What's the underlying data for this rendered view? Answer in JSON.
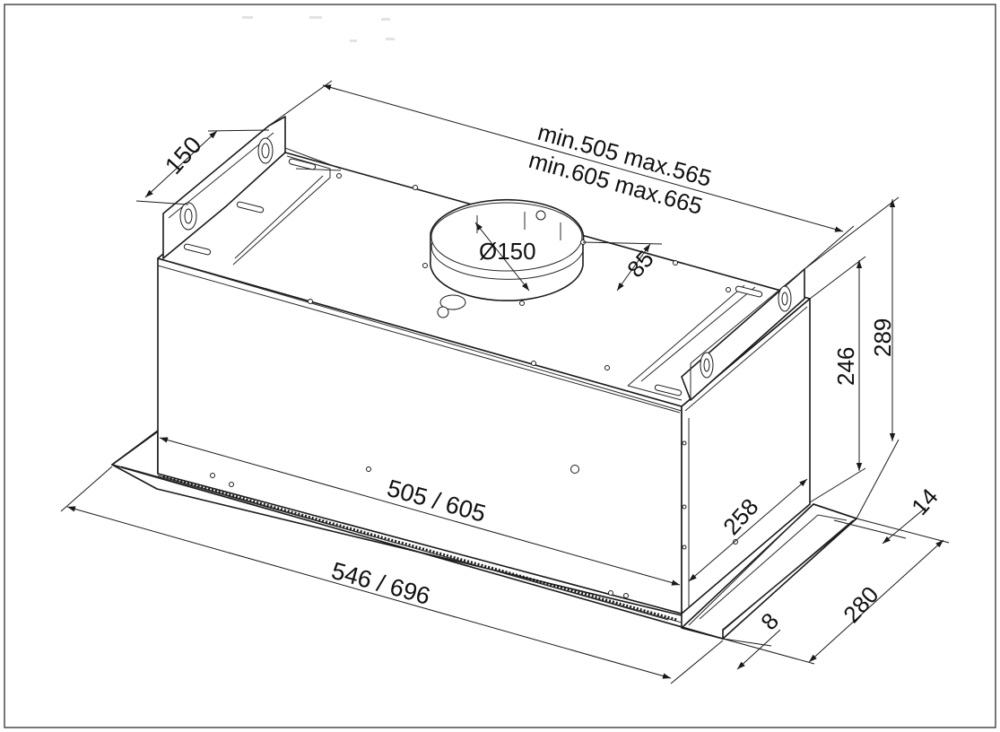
{
  "dimensions": {
    "bracket_height": "150",
    "width_range_1": "min.505 max.565",
    "width_range_2": "min.605 max.665",
    "duct_diameter": "Ø150",
    "duct_offset": "85",
    "body_height": "246",
    "total_height": "289",
    "body_width": "505 / 605",
    "panel_width": "546 / 696",
    "body_depth": "258",
    "panel_depth": "280",
    "panel_offset": "14",
    "panel_thickness": "8"
  },
  "colors": {
    "line": "#1a1a1a",
    "frame": "#4a4a4a",
    "background": "#ffffff"
  }
}
